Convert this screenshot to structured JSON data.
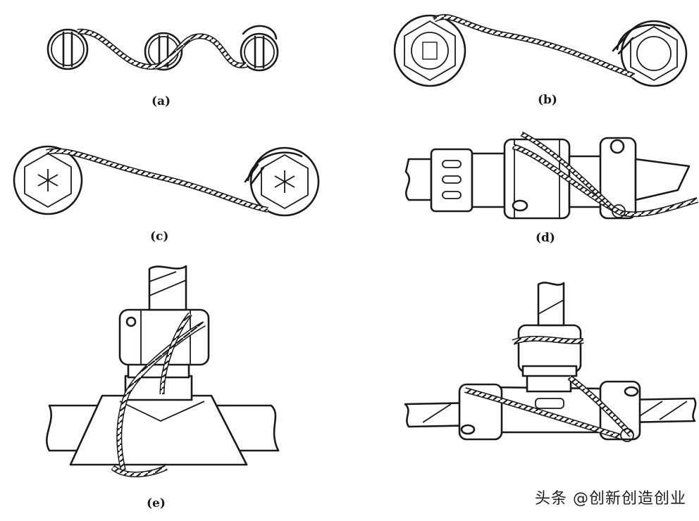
{
  "captions": {
    "a": "(a)",
    "b": "(b)",
    "c": "(c)",
    "d": "(d)",
    "e": "(e)"
  },
  "watermark": "头条 @创新创造创业",
  "colors": {
    "ink": "#1a1a1a",
    "background": "#ffffff"
  }
}
